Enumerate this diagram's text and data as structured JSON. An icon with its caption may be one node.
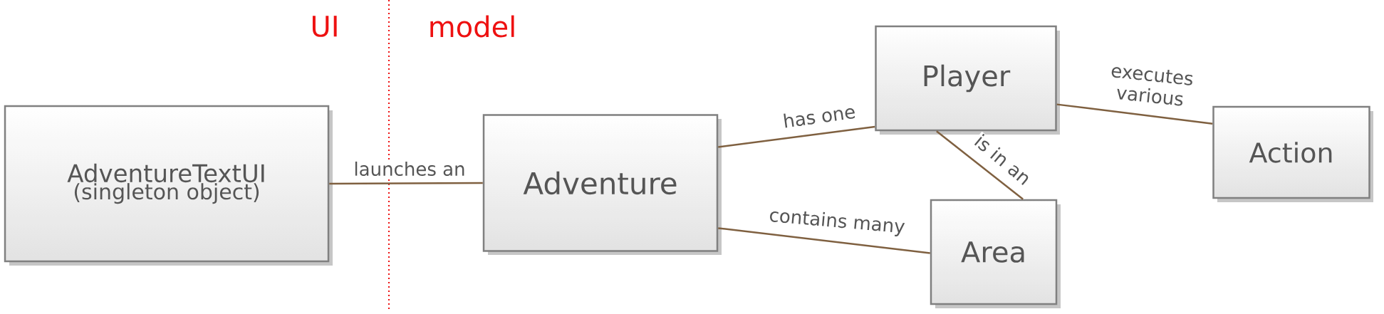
{
  "diagram": {
    "nodes": [
      {
        "text": [
          "AdventureTextUI",
          "(singleton object)"
        ]
      },
      {
        "text": [
          "Adventure"
        ]
      },
      {
        "text": [
          "Player"
        ]
      },
      {
        "text": [
          "Area"
        ]
      },
      {
        "text": [
          "Action"
        ]
      }
    ],
    "edges": [
      {
        "from": 0,
        "to": 1,
        "arrow": "none",
        "label": "launches an"
      },
      {
        "from": 1,
        "to": 2,
        "arrow": "none",
        "label": "has one"
      },
      {
        "from": 1,
        "to": 3,
        "arrow": "none",
        "label": "contains many"
      },
      {
        "from": 2,
        "to": 3,
        "arrow": "none",
        "label": "is in an"
      },
      {
        "from": 2,
        "to": 4,
        "arrow": "none",
        "label": "executes various"
      }
    ],
    "labels": [
      "UI",
      "model"
    ]
  }
}
